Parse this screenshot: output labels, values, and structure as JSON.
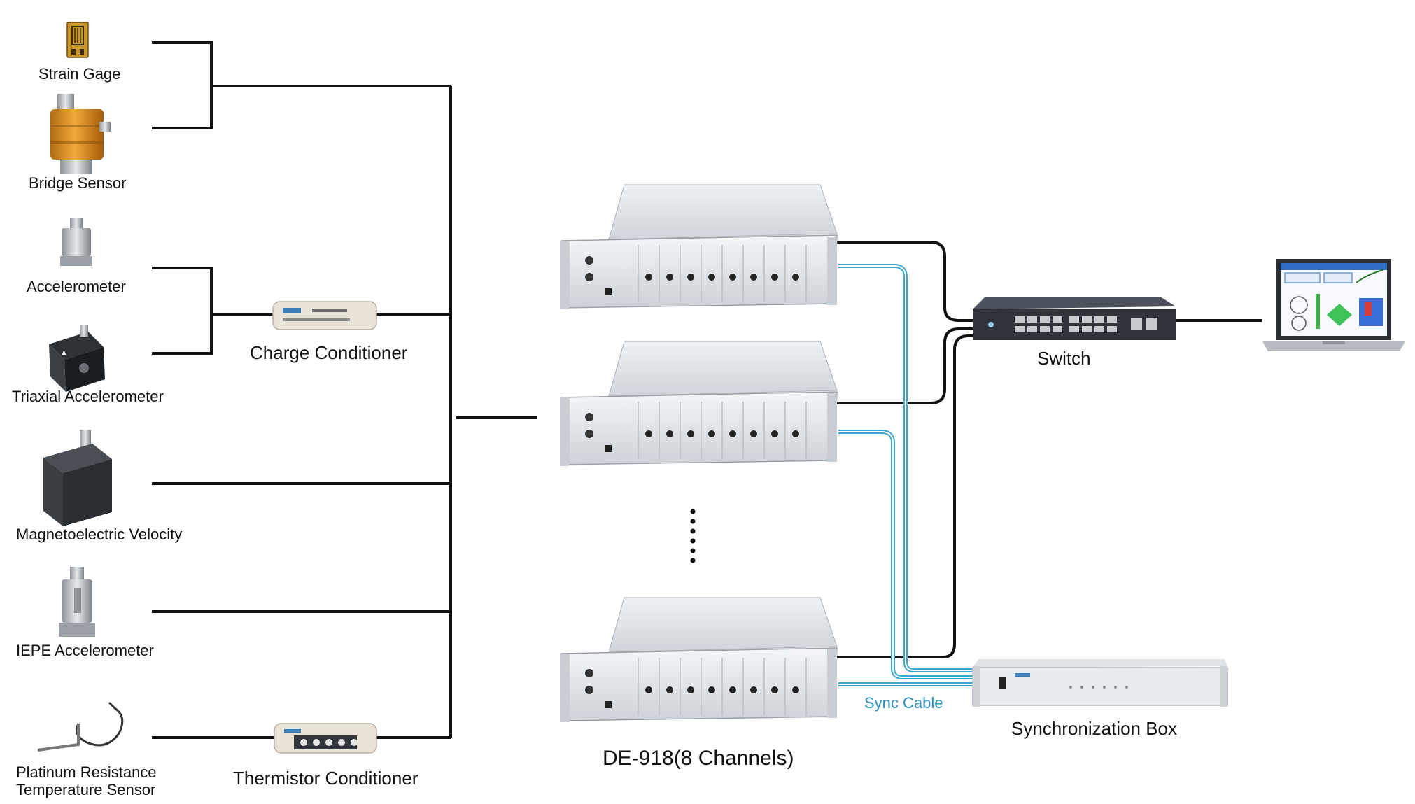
{
  "sensors": {
    "strain_gage": "Strain Gage",
    "bridge_sensor": "Bridge Sensor",
    "accelerometer": "Accelerometer",
    "triaxial_accelerometer": "Triaxial Accelerometer",
    "magnetoelectric_velocity": "Magnetoelectric Velocity",
    "iepe_accelerometer": "IEPE Accelerometer",
    "platinum_resistance_line1": "Platinum Resistance",
    "platinum_resistance_line2": "Temperature Sensor"
  },
  "conditioners": {
    "charge": "Charge Conditioner",
    "thermistor": "Thermistor Conditioner"
  },
  "system": {
    "daq_label": "DE-918(8 Channels)",
    "switch_label": "Switch",
    "sync_cable_label": "Sync Cable",
    "sync_box_label": "Synchronization Box"
  },
  "colors": {
    "wire": "#111111",
    "sync_cable": "#3aa6cf",
    "chassis": "#d9dde2",
    "strain_gage": "#c8952a",
    "bridge_sensor": "#d08a1e",
    "switch_body": "#3a4048"
  }
}
